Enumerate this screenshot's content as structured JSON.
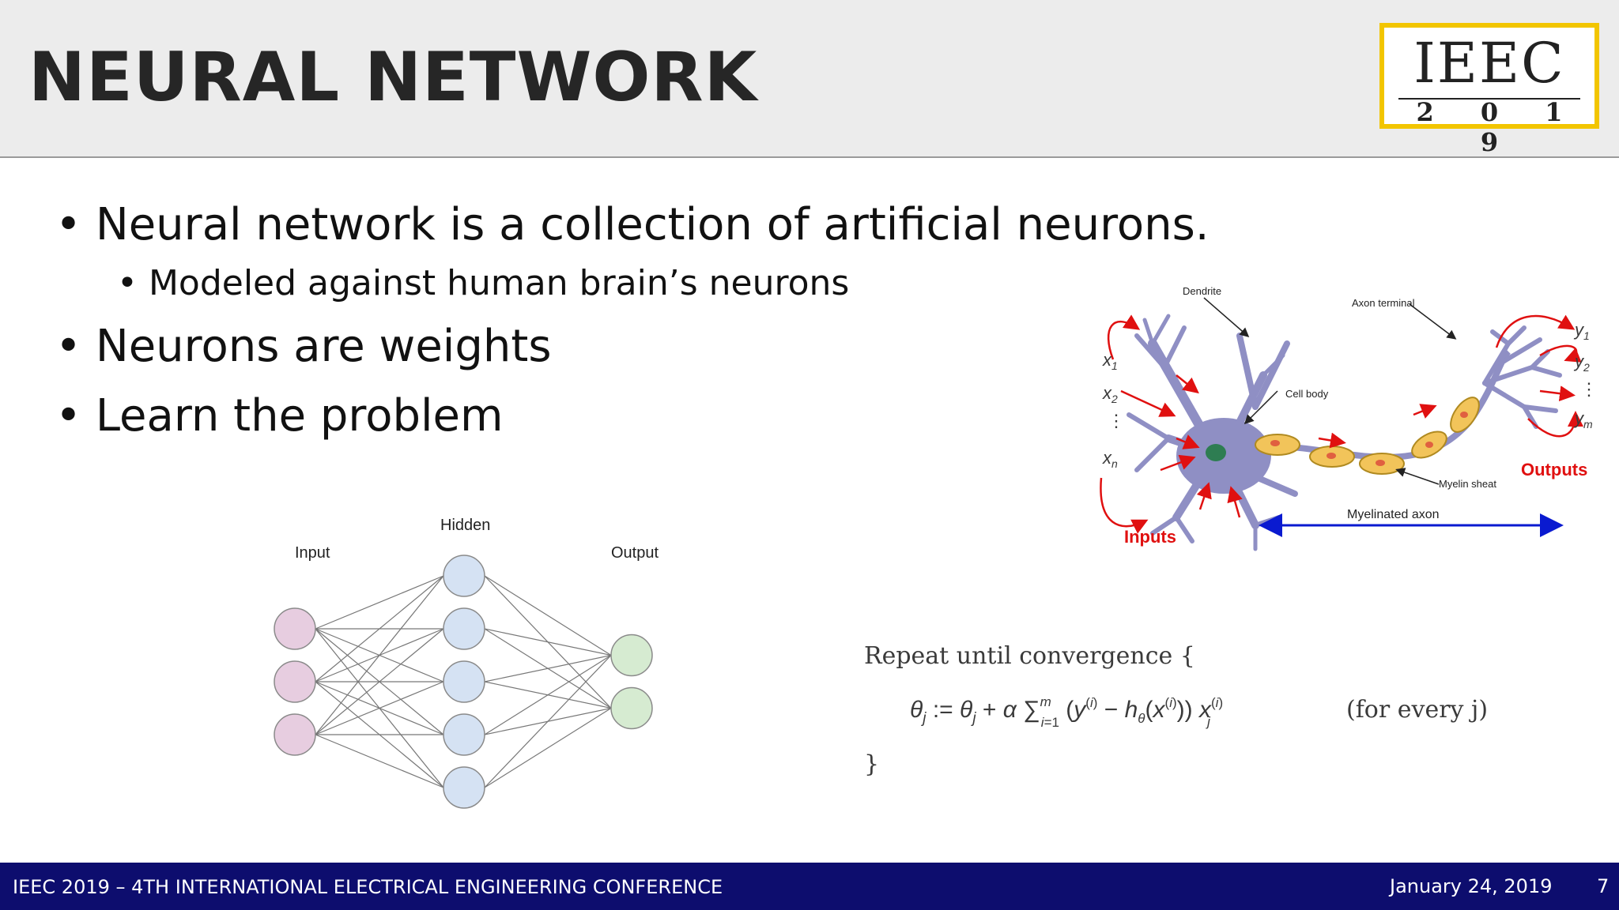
{
  "slide": {
    "title": "NEURAL NETWORK",
    "logo_text": "IEEC",
    "logo_year": "2 0 1 9",
    "bullets": [
      "• Neural network is a collection of artificial neurons.",
      "• Modeled against human brain’s neurons",
      "• Neurons are weights",
      "• Learn the problem"
    ]
  },
  "nn_diagram": {
    "input_label": "Input",
    "hidden_label": "Hidden",
    "output_label": "Output",
    "input_nodes": 3,
    "hidden_nodes": 5,
    "output_nodes": 2,
    "colors": {
      "input": "#e7cde0",
      "hidden": "#d5e2f3",
      "output": "#d6ebd1"
    }
  },
  "neuron_diagram": {
    "labels": {
      "dendrite": "Dendrite",
      "axon_terminal": "Axon terminal",
      "cell_body": "Cell body",
      "myelin_sheat": "Myelin sheat",
      "myelinated_axon": "Myelinated axon",
      "inputs": "Inputs",
      "outputs": "Outputs"
    },
    "colors": {
      "neuron": "#9a9ac8",
      "myelin": "#f2c45a",
      "arrows": "#e01010",
      "axon_arrow": "#0a1ad0"
    }
  },
  "equation": {
    "line1": "Repeat until convergence {",
    "line3": "}",
    "note": "(for every j)"
  },
  "footer": {
    "conference": "IEEC 2019 – 4TH INTERNATIONAL ELECTRICAL ENGINEERING CONFERENCE",
    "date": "January 24, 2019",
    "page": "7"
  }
}
